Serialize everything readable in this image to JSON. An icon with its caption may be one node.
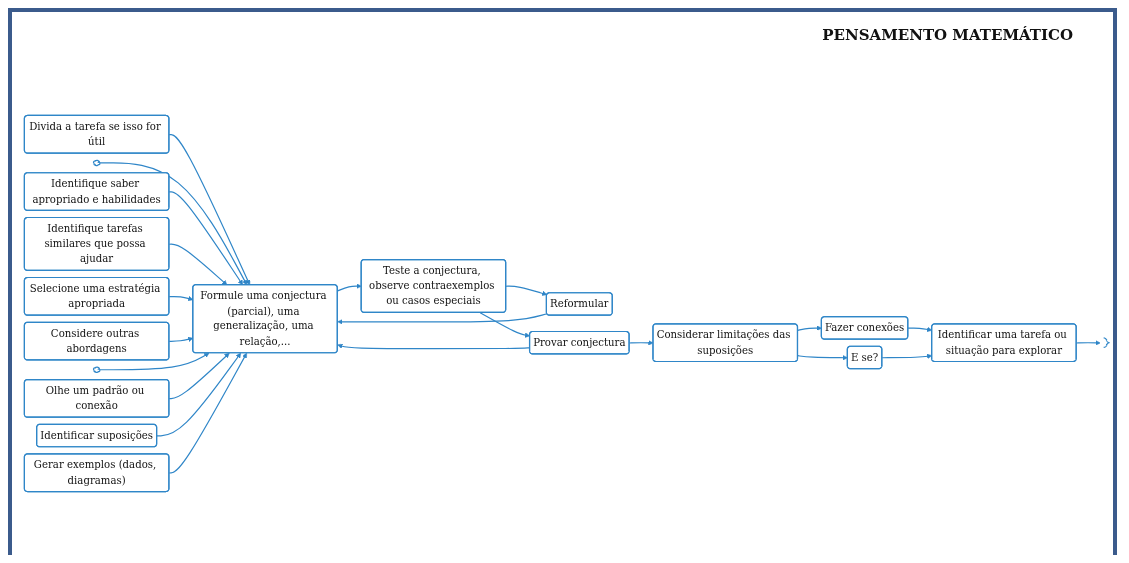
{
  "diagram": {
    "title": "PENSAMENTO MATEMÁTICO",
    "nodes": [
      {
        "text": [
          "Identificar uma tarefa ou situação para explorar"
        ]
      },
      {
        "text": [],
        "shape": "brace"
      },
      {
        "text": [
          "Divida a tarefa se isso for útil"
        ]
      },
      {
        "text": [],
        "shape": "cloud"
      },
      {
        "text": [
          "Identifique saber apropriado e habilidades"
        ]
      },
      {
        "text": [
          "Identifique tarefas similares que possa ajudar"
        ]
      },
      {
        "text": [
          "Selecione uma estratégia apropriada"
        ]
      },
      {
        "text": [
          "Considere outras abordagens"
        ]
      },
      {
        "text": [],
        "shape": "cloud"
      },
      {
        "text": [
          "Olhe um padrão ou conexão"
        ]
      },
      {
        "text": [
          "Identificar suposições"
        ]
      },
      {
        "text": [
          "Gerar exemplos (dados, diagramas)"
        ]
      },
      {
        "text": [
          "Formule uma conjectura (parcial), uma generalização, uma relação,..."
        ]
      },
      {
        "text": [
          "Teste a conjectura, observe contraexemplos ou casos especiais"
        ]
      },
      {
        "text": [
          "Reformular"
        ]
      },
      {
        "text": [
          "Provar conjectura"
        ]
      },
      {
        "text": [
          "Considerar limitações das suposições"
        ]
      },
      {
        "text": [
          "Fazer conexões"
        ]
      },
      {
        "text": [
          "E se?"
        ]
      }
    ],
    "edges": [
      {
        "from": 0,
        "to": 1,
        "arrow": "to"
      },
      {
        "from": 2,
        "to": 12,
        "arrow": "to"
      },
      {
        "from": 3,
        "to": 12,
        "arrow": "to"
      },
      {
        "from": 4,
        "to": 12,
        "arrow": "to"
      },
      {
        "from": 5,
        "to": 12,
        "arrow": "to"
      },
      {
        "from": 6,
        "to": 12,
        "arrow": "to"
      },
      {
        "from": 7,
        "to": 12,
        "arrow": "to"
      },
      {
        "from": 8,
        "to": 12,
        "arrow": "to"
      },
      {
        "from": 9,
        "to": 12,
        "arrow": "to"
      },
      {
        "from": 10,
        "to": 12,
        "arrow": "to"
      },
      {
        "from": 11,
        "to": 12,
        "arrow": "to"
      },
      {
        "from": 12,
        "to": 13,
        "arrow": "to"
      },
      {
        "from": 13,
        "to": 14,
        "arrow": "to"
      },
      {
        "from": 14,
        "to": 12,
        "arrow": "to"
      },
      {
        "from": 13,
        "to": 15,
        "arrow": "to"
      },
      {
        "from": 15,
        "to": 12,
        "arrow": "to"
      },
      {
        "from": 15,
        "to": 16,
        "arrow": "to"
      },
      {
        "from": 16,
        "to": 17,
        "arrow": "to"
      },
      {
        "from": 16,
        "to": 18,
        "arrow": "to"
      },
      {
        "from": 17,
        "to": 0,
        "arrow": "to"
      },
      {
        "from": 18,
        "to": 0,
        "arrow": "to"
      }
    ]
  }
}
